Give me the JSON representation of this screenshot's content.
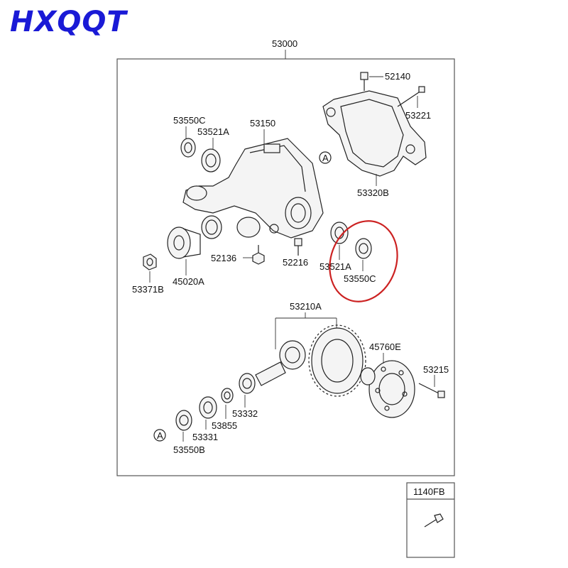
{
  "brand": {
    "text": "HXQQT",
    "color": "#1a1ad6"
  },
  "assembly": {
    "number": "53000"
  },
  "highlight": {
    "color": "#cc2222"
  },
  "labels": {
    "p52140": "52140",
    "p53221": "53221",
    "p53320B": "53320B",
    "p53150": "53150",
    "p53550C_top": "53550C",
    "p53521A_top": "53521A",
    "ref_A_top": "A",
    "p52136": "52136",
    "p52216": "52216",
    "p53521A_bottom": "53521A",
    "p53550C_bottom": "53550C",
    "p53371B": "53371B",
    "p45020A": "45020A",
    "p53210A": "53210A",
    "p45760E": "45760E",
    "p53215": "53215",
    "p53332": "53332",
    "p53855": "53855",
    "p53331": "53331",
    "p53550B": "53550B",
    "ref_A_bottom": "A"
  },
  "inset": {
    "label": "1140FB"
  }
}
